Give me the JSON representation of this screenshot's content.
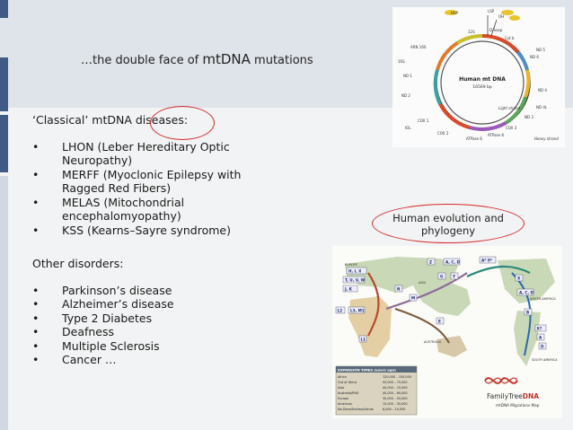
{
  "title": {
    "prefix": "…the double face of ",
    "mtdna": "mtDNA",
    "suffix": " mutations"
  },
  "classical": {
    "heading": "‘Classical’ mtDNA diseases:",
    "bullet": "•",
    "items": [
      "LHON (Leber Hereditary Optic Neuropathy)",
      "MERFF (Myoclonic Epilepsy with Ragged Red Fibers)",
      "MELAS (Mitochondrial encephalomyopathy)",
      "KSS (Kearns–Sayre syndrome)"
    ]
  },
  "other": {
    "heading": "Other disorders:",
    "items": [
      "Parkinson’s disease",
      "Alzheimer’s disease",
      "Type 2 Diabetes",
      "Deafness",
      "Multiple Sclerosis",
      "Cancer …"
    ]
  },
  "callout": {
    "line1": "Human evolution and",
    "line2": "phylogeny"
  },
  "mtdna_diagram": {
    "center1": "Human mt DNA",
    "center2": "16569 bp",
    "top_labels": [
      "HSP",
      "LSP",
      "OH",
      "D loop"
    ],
    "genes": [
      "12S",
      "Cyt b",
      "ND 5",
      "ND 6",
      "ND 4",
      "ND 4L",
      "ND 3",
      "COX 3",
      "ATPase 8",
      "ATPase 6",
      "COX 2",
      "COX 1",
      "IOL",
      "ND 2",
      "ND 1",
      "16S",
      "ARN 16S"
    ],
    "light_strand": "Light strand",
    "heavy_strand": "Heavy strand"
  },
  "map": {
    "haplogroups": [
      "H, I, X",
      "T, U, V, W",
      "J, K",
      "N",
      "M",
      "L2",
      "L3, M1",
      "L1",
      "Z",
      "A, C, D",
      "A* 0*",
      "G",
      "Y",
      "E",
      "X",
      "A, C, D",
      "B",
      "X?",
      "A",
      "D"
    ],
    "regions": {
      "europe": "EUROPE",
      "asia": "ASIA",
      "north_america": "NORTH AMERICA",
      "australia": "AUSTRALIA",
      "south_america": "SOUTH AMERICA"
    },
    "table_title": "EXPANSION TIMES (years ago)",
    "table_rows": [
      [
        "Africa",
        "120,000 – 150,000"
      ],
      [
        "Out of Africa",
        "55,000 – 75,000"
      ],
      [
        "Asia",
        "40,000 – 70,000"
      ],
      [
        "Australia/PNG",
        "40,000 – 60,000"
      ],
      [
        "Europe",
        "35,000 – 50,000"
      ],
      [
        "Americas",
        "15,000 – 35,000"
      ],
      [
        "Na-Dene/Eskimo/Aleuts",
        "8,000 – 10,000"
      ]
    ],
    "brand1": "FamilyTree",
    "brand2": "DNA",
    "caption": "mtDNA Migrations Map"
  },
  "colors": {
    "title_band": "#dfe4ea",
    "body_bg": "#f2f3f4",
    "accent_bar": "#3f5a84",
    "callout_red": "#d42a2a"
  }
}
